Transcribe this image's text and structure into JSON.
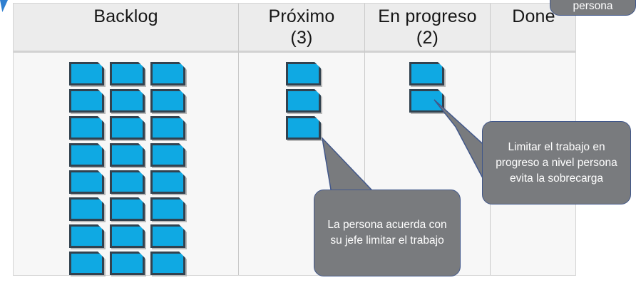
{
  "board": {
    "columns": [
      {
        "id": "backlog",
        "title": "Backlog",
        "limit": "",
        "card_count": 24
      },
      {
        "id": "proximo",
        "title": "Próximo",
        "limit": "(3)",
        "card_count": 3
      },
      {
        "id": "en-progreso",
        "title": "En progreso",
        "limit": "(2)",
        "card_count": 2
      },
      {
        "id": "done",
        "title": "Done",
        "limit": "",
        "card_count": 0
      }
    ]
  },
  "callouts": {
    "persona": {
      "text": "persona"
    },
    "work_in_progress": {
      "lines": [
        "Limitar el trabajo",
        "en progreso a",
        "nivel persona evita",
        "la sobrecarga"
      ],
      "text": "Limitar el trabajo en progreso a nivel persona evita la sobrecarga"
    },
    "agreement": {
      "lines": [
        "La persona",
        "acuerda con su",
        "jefe limitar el",
        "trabajo"
      ],
      "text": "La persona acuerda con su jefe limitar el trabajo"
    }
  },
  "colors": {
    "card_fill": "#0fa9e3",
    "card_border": "#32424f",
    "callout_fill": "#797b7e",
    "callout_border": "#41578a",
    "header_bg": "#ececec",
    "board_bg": "#f7f7f7"
  }
}
